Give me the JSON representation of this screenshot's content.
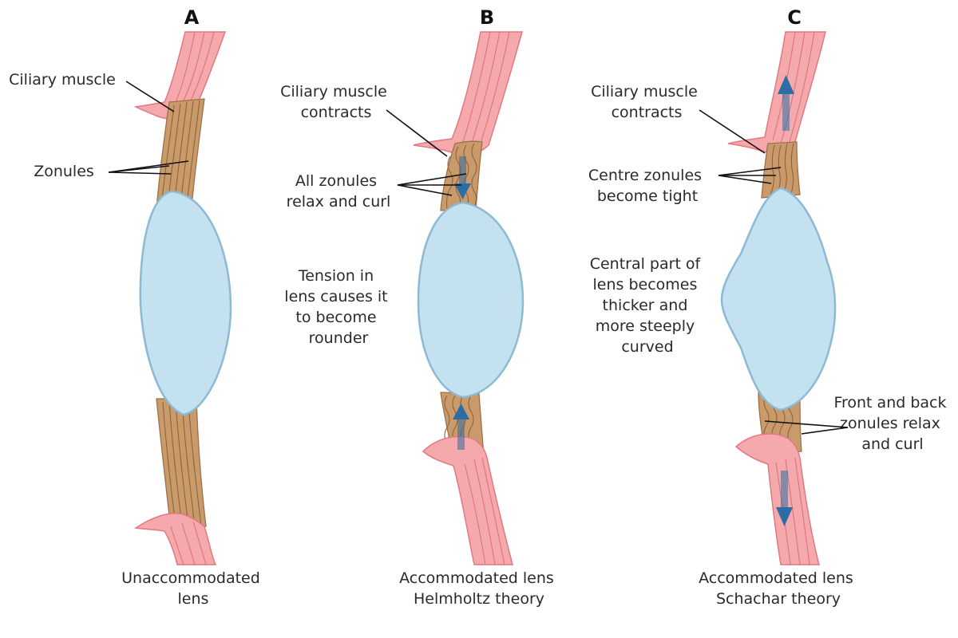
{
  "panels": [
    {
      "letter": "A",
      "caption_lines": [
        "Unaccommodated",
        "lens"
      ],
      "labels": {
        "ciliary_muscle": [
          "Ciliary muscle"
        ],
        "zonules": [
          "Zonules"
        ]
      }
    },
    {
      "letter": "B",
      "caption_lines": [
        "Accommodated lens",
        "Helmholtz theory"
      ],
      "labels": {
        "ciliary_muscle": [
          "Ciliary muscle",
          "contracts"
        ],
        "zonules": [
          "All zonules",
          "relax and curl"
        ],
        "lens_note": [
          "Tension in",
          "lens causes it",
          "to become",
          "rounder"
        ]
      }
    },
    {
      "letter": "C",
      "caption_lines": [
        "Accommodated lens",
        "Schachar theory"
      ],
      "labels": {
        "ciliary_muscle": [
          "Ciliary muscle",
          "contracts"
        ],
        "centre_zonules": [
          "Centre zonules",
          "become tight"
        ],
        "lens_note": [
          "Central part of",
          "lens becomes",
          "thicker and",
          "more steeply",
          "curved"
        ],
        "edge_zonules": [
          "Front and back",
          "zonules relax",
          "and curl"
        ]
      }
    }
  ],
  "colors": {
    "muscle": "#f5a9ad",
    "lens": "#c4e1f0",
    "zonule": "#c99a6a",
    "arrow": "#2d6da3"
  }
}
